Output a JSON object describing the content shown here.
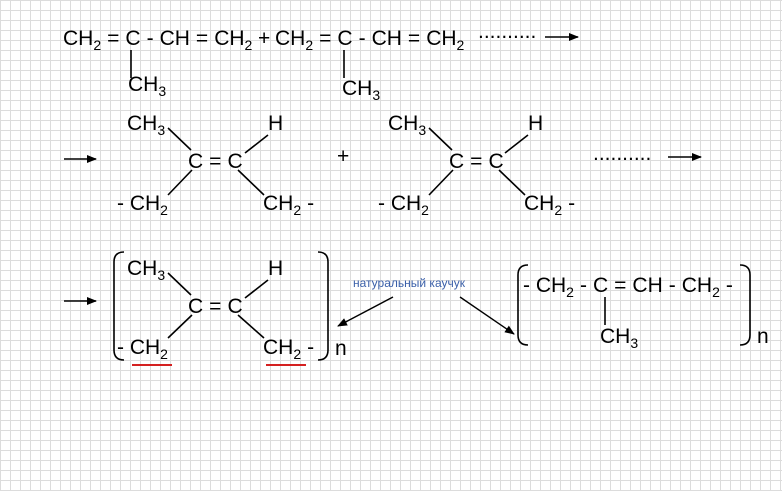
{
  "line1": {
    "monomer1": {
      "ch2_a": "CH",
      "sub_a": "2",
      "eq1": "=",
      "c": "C",
      "dash": "-",
      "ch": "CH",
      "eq2": "=",
      "ch2_b": "CH",
      "sub_b": "2"
    },
    "plus": "+",
    "monomer2": {
      "ch2_a": "CH",
      "sub_a": "2",
      "eq1": "=",
      "c": "C",
      "dash": "-",
      "ch": "CH",
      "eq2": "=",
      "ch2_b": "CH",
      "sub_b": "2"
    },
    "dots": "..........",
    "methyl1": {
      "ch": "CH",
      "sub": "3"
    },
    "methyl2": {
      "ch": "CH",
      "sub": "3"
    }
  },
  "line2": {
    "unit1": {
      "ch3": "CH",
      "ch3_sub": "3",
      "h": "H",
      "c1": "C",
      "eq": "=",
      "c2": "C",
      "left_dash": "- CH",
      "left_sub": "2",
      "right_ch": "CH",
      "right_sub": "2",
      "right_dash": "-"
    },
    "plus": "+",
    "unit2": {
      "ch3": "CH",
      "ch3_sub": "3",
      "h": "H",
      "c1": "C",
      "eq": "=",
      "c2": "C",
      "left_dash": "- CH",
      "left_sub": "2",
      "right_ch": "CH",
      "right_sub": "2",
      "right_dash": "-"
    },
    "dots": ".........."
  },
  "line3": {
    "polymer": {
      "ch3": "CH",
      "ch3_sub": "3",
      "h": "H",
      "c1": "C",
      "eq": "=",
      "c2": "C",
      "left_dash": "- CH",
      "left_sub": "2",
      "right_ch": "CH",
      "right_sub": "2",
      "right_dash": "-",
      "n": "n"
    },
    "label": "натуральный каучук",
    "linear": {
      "d1": "- CH",
      "s1": "2",
      "d2": "-",
      "c": "C",
      "eq": "=",
      "ch": "CH",
      "d3": "-",
      "ch2": "CH",
      "s2": "2",
      "d4": "-",
      "methyl": "CH",
      "methyl_sub": "3",
      "n": "n"
    }
  },
  "colors": {
    "underline": "#d42020",
    "label": "#3a5fa8",
    "grid": "#dcdcdc"
  }
}
